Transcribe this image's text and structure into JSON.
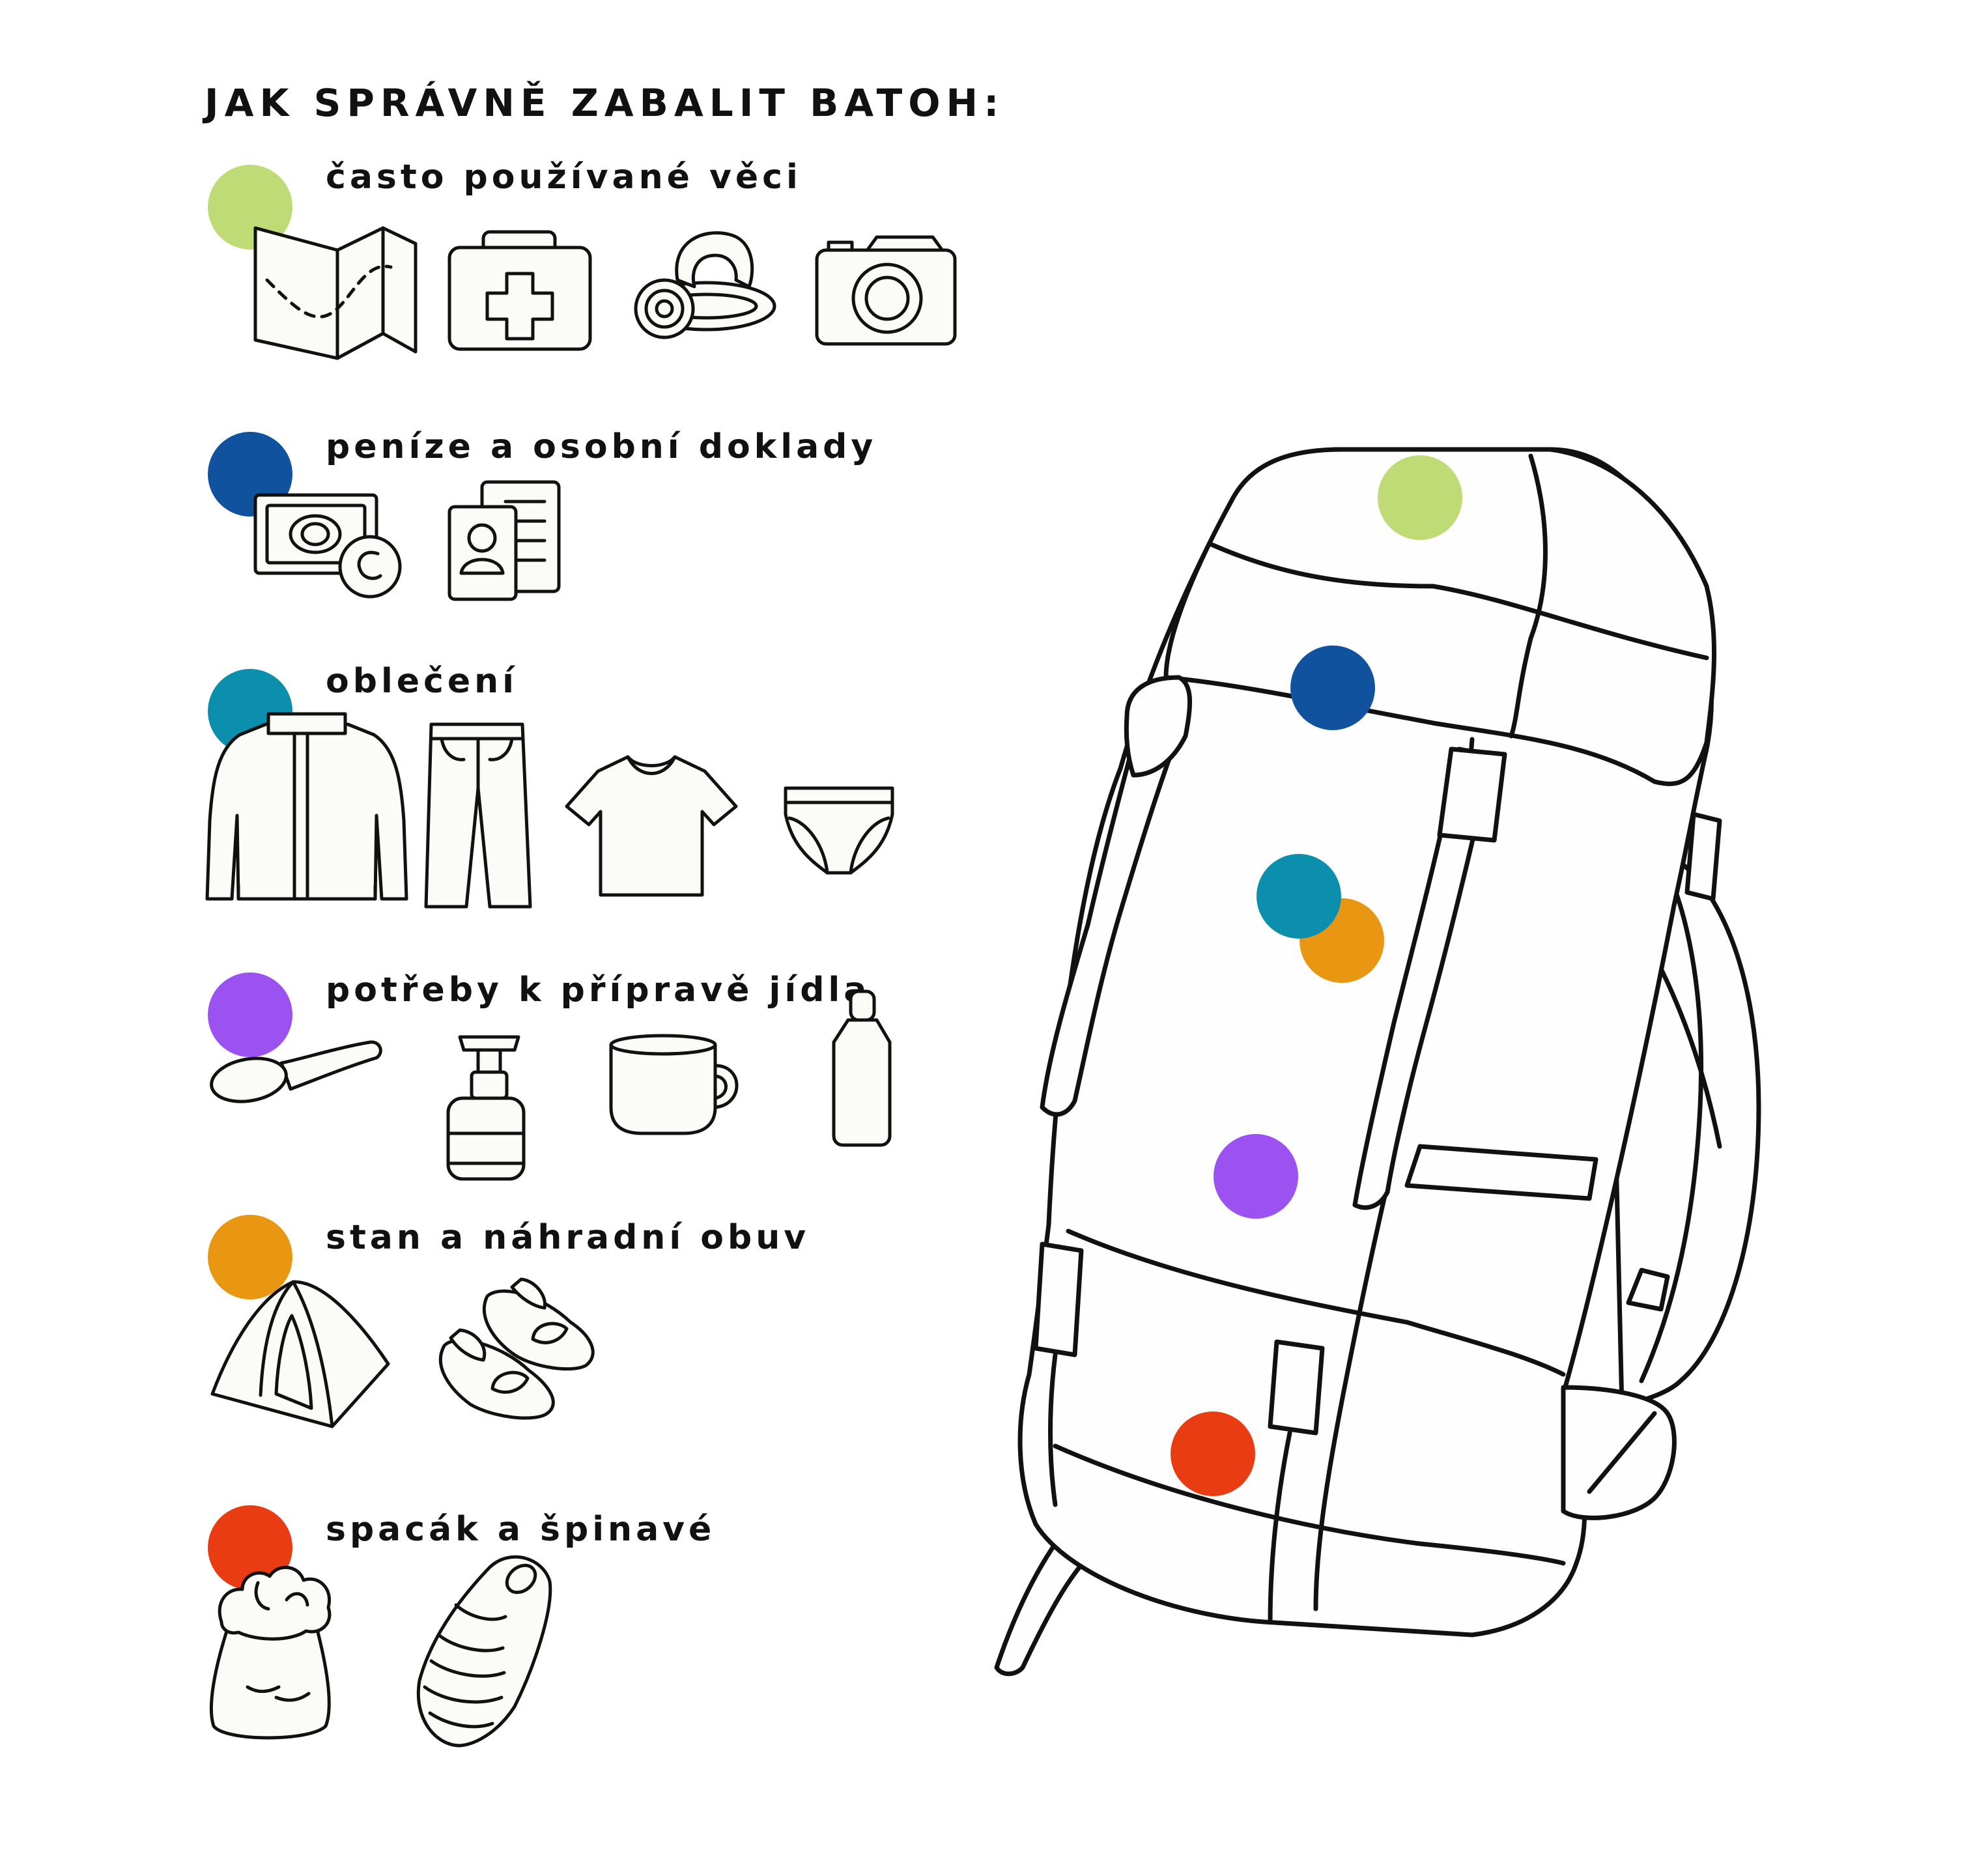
{
  "title": "JAK SPRÁVNĚ ZABALIT BATOH:",
  "colors": {
    "green": "#bedb75",
    "blue": "#11529e",
    "teal": "#0b8fac",
    "purple": "#9b52f0",
    "orange": "#e99713",
    "red": "#e93c13"
  },
  "categories": [
    {
      "label": "často používané věci",
      "color": "#bedb75",
      "icons": [
        "map-icon",
        "first-aid-kit-icon",
        "headlamp-icon",
        "camera-icon"
      ]
    },
    {
      "label": "peníze a osobní doklady",
      "color": "#11529e",
      "icons": [
        "money-icon",
        "id-documents-icon"
      ]
    },
    {
      "label": "oblečení",
      "color": "#0b8fac",
      "icons": [
        "jacket-icon",
        "trousers-icon",
        "tshirt-icon",
        "underwear-icon"
      ]
    },
    {
      "label": "potřeby k přípravě jídla",
      "color": "#9b52f0",
      "icons": [
        "spoon-icon",
        "gas-stove-icon",
        "mug-icon",
        "bottle-icon"
      ]
    },
    {
      "label": "stan a náhradní obuv",
      "color": "#e99713",
      "icons": [
        "tent-icon",
        "sandals-icon"
      ]
    },
    {
      "label": "spacák a špinavé",
      "color": "#e93c13",
      "icons": [
        "laundry-bag-icon",
        "sleeping-bag-icon"
      ]
    }
  ]
}
